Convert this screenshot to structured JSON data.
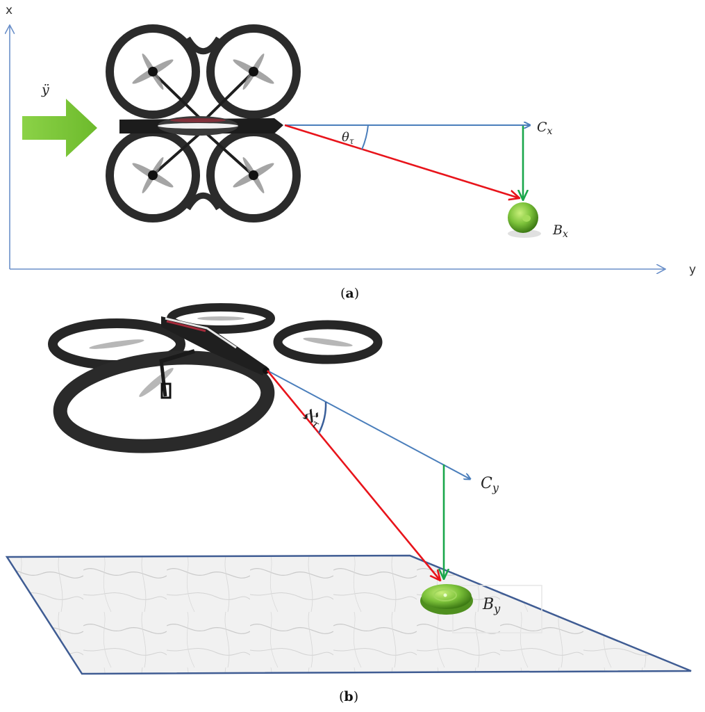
{
  "panel_a": {
    "axis_x_label": "x",
    "axis_y_label": "y",
    "accel_label": "ÿ",
    "angle_label": "θ",
    "angle_sub": "τ",
    "camera_label": "C",
    "camera_sub": "x",
    "ball_label": "B",
    "ball_sub": "x",
    "caption_open": "(",
    "caption_letter": "a",
    "caption_close": ")"
  },
  "panel_b": {
    "angle_label": "ℵ",
    "angle_sub": "τ",
    "camera_label": "C",
    "camera_sub": "y",
    "ball_label": "B",
    "ball_sub": "y",
    "caption_open": "(",
    "caption_letter": "b",
    "caption_close": ")"
  },
  "colors": {
    "axis": "#6a8fc9",
    "camera_ray": "#4a7ebb",
    "target_ray": "#e8141b",
    "drop_line": "#19a64a",
    "arrow_fill": "#7dc63b",
    "ball": "#7cc23a",
    "drone_frame": "#222222"
  }
}
